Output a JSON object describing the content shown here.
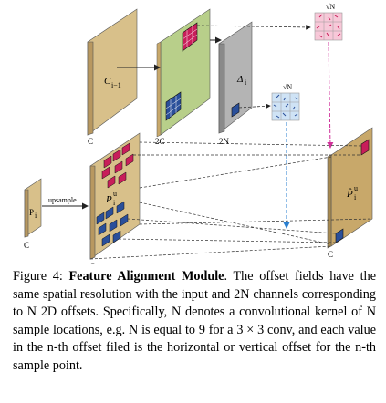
{
  "figure": {
    "labels": {
      "upsample": "upsample",
      "p_i": "P",
      "p_i_sub": "i",
      "p_i_u": "P",
      "p_i_u_sub": "i",
      "p_i_u_sup": "u",
      "c_i_minus_1": "C",
      "c_i_minus_1_sub": "i−1",
      "delta_i": "Δ",
      "delta_i_sub": "i",
      "hat_p_i_u": "P̂",
      "hat_p_i_u_sub": "i",
      "hat_p_i_u_sup": "u",
      "dim_c_left": "C",
      "dim_c_pi": "C",
      "dim_c_piu": "C",
      "dim_2c": "2C",
      "dim_2n": "2N",
      "dim_c_out": "C",
      "sqrt_n_top": "√N",
      "sqrt_n_mid": "√N"
    },
    "colors": {
      "feature_tan": "#c8a86a",
      "feature_green": "#8fb06a",
      "offset_gray": "#9a9a9a",
      "kernel_red": "#c81e5a",
      "kernel_blue": "#2a4f9a",
      "arrow_blue": "#2a7fd0",
      "arrow_magenta": "#d0309a"
    }
  },
  "caption": {
    "fig_num": "Figure 4:",
    "title": "Feature Alignment Module",
    "body": ". The offset fields have the same spatial resolution with the input and 2N channels corresponding to N 2D offsets. Specifically, N denotes a convolutional kernel of N sample locations, e.g. N is equal to 9 for a 3 × 3 conv, and each value in the n-th offset filed is the horizontal or vertical offset for the n-th sample point."
  }
}
